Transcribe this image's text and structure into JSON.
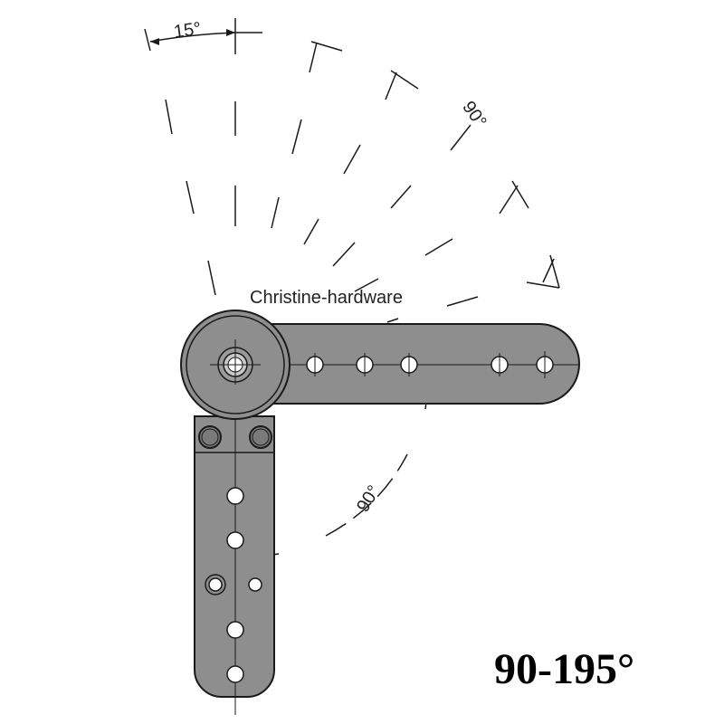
{
  "watermark": "Christine-hardware",
  "angle_range_label": "90-195°",
  "annotations": {
    "angle_15": "15°",
    "angle_90_upper": "90°",
    "angle_90_lower": "90°"
  },
  "colors": {
    "arm_fill": "#8e8e8e",
    "line": "#1a1a1a",
    "hole_fill": "#ffffff"
  }
}
